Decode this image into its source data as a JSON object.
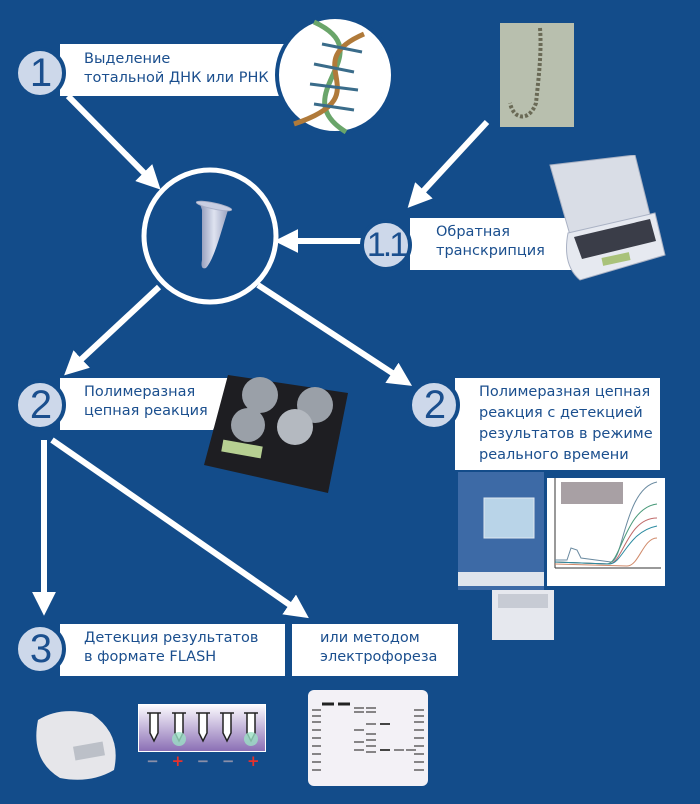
{
  "diagram": {
    "title": "",
    "background_color": "#134c8a",
    "steps": [
      {
        "id": "step-1",
        "number": "1",
        "lines": [
          "Выделение",
          "тотальной ДНК или РНК"
        ],
        "image": "dna-double-helix"
      },
      {
        "id": "step-1-1",
        "number": "1.1",
        "lines": [
          "Обратная",
          "транскрипция"
        ],
        "image": "thermostat-incubator"
      },
      {
        "id": "step-2-pcr",
        "number": "2",
        "lines": [
          "Полимеразная",
          "цепная реакция"
        ],
        "image": "pcr-thermocycler"
      },
      {
        "id": "step-2-rt",
        "number": "2",
        "lines": [
          "Полимеразная цепная",
          "реакция с детекцией",
          "результатов в режиме",
          "реального времени"
        ],
        "image": "realtime-pcr-instrument-and-amplification-curves"
      },
      {
        "id": "step-3",
        "number": "3",
        "lines": [
          "Детекция результатов",
          "в формате FLASH"
        ],
        "image": "flash-detector-and-tubes"
      },
      {
        "id": "step-3-alt",
        "number": "",
        "lines": [
          "или методом",
          "электрофореза"
        ],
        "image": "electrophoresis-gel"
      }
    ],
    "center_node": {
      "image": "microcentrifuge-tube"
    },
    "rna_image": "rna-micrograph",
    "flash_results": [
      "−",
      "+",
      "−",
      "−",
      "+"
    ],
    "colors": {
      "accent": "#1b4f8e",
      "badge": "#cdd8ea",
      "positive": "#e8312b",
      "negative": "#8a8fa8",
      "flash_panel": "#8b6fb5"
    },
    "edges": [
      {
        "from": "step-1",
        "to": "center_node"
      },
      {
        "from": "rna_image",
        "to": "step-1-1"
      },
      {
        "from": "step-1-1",
        "to": "center_node"
      },
      {
        "from": "center_node",
        "to": "step-2-pcr"
      },
      {
        "from": "center_node",
        "to": "step-2-rt"
      },
      {
        "from": "step-2-pcr",
        "to": "step-3"
      },
      {
        "from": "step-2-pcr",
        "to": "step-3-alt"
      }
    ]
  }
}
